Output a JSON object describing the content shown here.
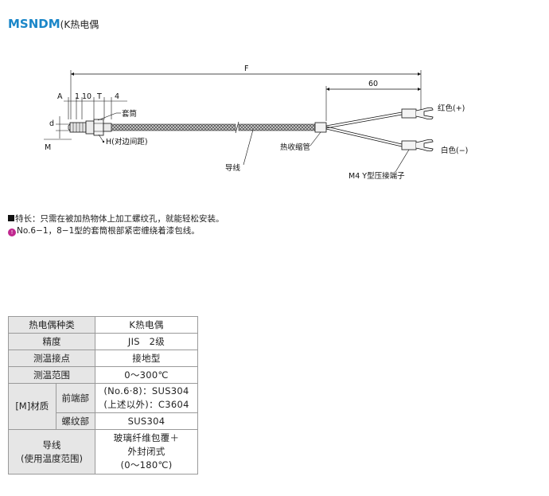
{
  "title": {
    "model": "MSNDM",
    "subtitle": "(K热电偶"
  },
  "drawing": {
    "dim_F": "F",
    "dim_60": "60",
    "dim_A": "A",
    "dim_1": "1",
    "dim_10": "10",
    "dim_T": "T",
    "dim_4": "4",
    "dim_d": "d",
    "dim_M": "M",
    "label_sleeve": "套筒",
    "label_H": "H(对边间距)",
    "label_wire": "导线",
    "label_shrink": "热收缩管",
    "label_terminal": "M4 Y型压接端子",
    "label_red": "红色(+)",
    "label_white": "白色(−)"
  },
  "notes": {
    "feature": "特长：只需在被加热物体上加工螺纹孔，就能轻松安装。",
    "caution": "No.6−1，8−1型的套筒根部紧密缠绕着漆包线。"
  },
  "spec_table": {
    "type_label": "热电偶种类",
    "type_value": "K热电偶",
    "accuracy_label": "精度",
    "accuracy_value": "JIS　2级",
    "junction_label": "测温接点",
    "junction_value": "接地型",
    "range_label": "测温范围",
    "range_value": "0～300℃",
    "material_label": "[M]材质",
    "front_label": "前端部",
    "front_value_1": "(No.6·8)：SUS304",
    "front_value_2": "(上述以外)：C3604",
    "thread_label": "螺纹部",
    "thread_value": "SUS304",
    "wire_label_1": "导线",
    "wire_label_2": "(使用温度范围)",
    "wire_value_1": "玻璃纤维包覆＋",
    "wire_value_2": "外封闭式",
    "wire_value_3": "(0～180℃)"
  }
}
